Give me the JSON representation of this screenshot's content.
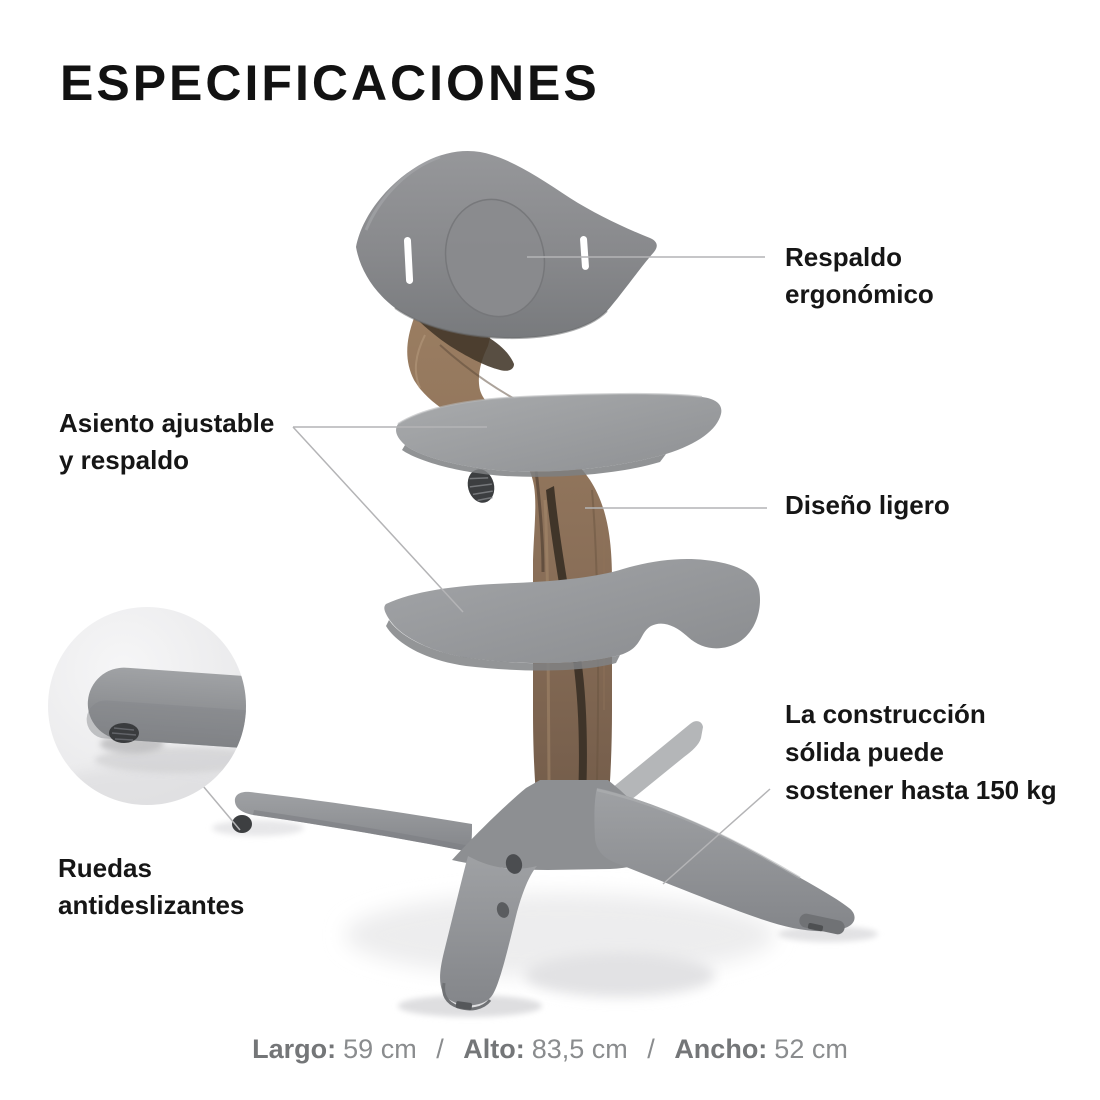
{
  "title": "ESPECIFICACIONES",
  "callouts": {
    "backrest": {
      "lines": [
        "Respaldo",
        "ergonómico"
      ]
    },
    "seat": {
      "lines": [
        "Asiento ajustable",
        "y respaldo"
      ]
    },
    "lightweight": {
      "lines": [
        "Diseño ligero"
      ]
    },
    "construction": {
      "lines": [
        "La construcción",
        "sólida puede",
        "sostener hasta 150 kg"
      ]
    },
    "wheels": {
      "lines": [
        "Ruedas",
        "antideslizantes"
      ]
    }
  },
  "dimensions": {
    "separator": "/",
    "items": [
      {
        "label": "Largo:",
        "value": "59 cm"
      },
      {
        "label": "Alto:",
        "value": "83,5 cm"
      },
      {
        "label": "Ancho:",
        "value": "52 cm"
      }
    ]
  },
  "colors": {
    "label_text": "#161616",
    "dimensions_text": "#8a8c8e",
    "callout_line": "#b4b4b6",
    "plastic_gray": "#919396",
    "wood_brown": "#8a6f58",
    "background": "#ffffff"
  }
}
